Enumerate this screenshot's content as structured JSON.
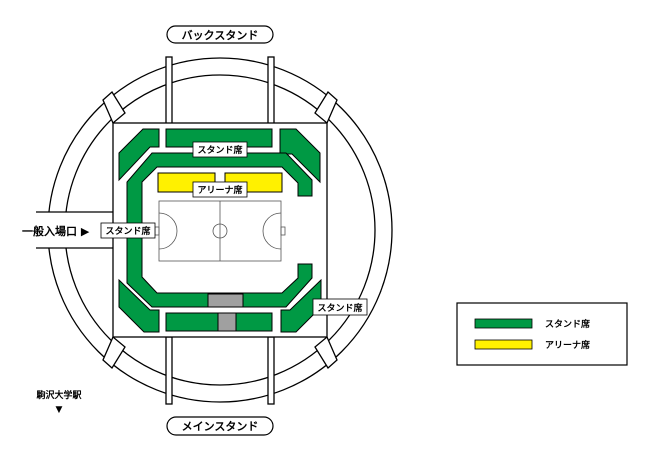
{
  "labels": {
    "back_stand": "バックスタンド",
    "main_stand": "メインスタンド",
    "general_entrance": "一般入場口 ▶",
    "station": "駒沢大学駅",
    "station_arrow": "▼",
    "stand_seat_top": "スタンド席",
    "stand_seat_left": "スタンド席",
    "stand_seat_right": "スタンド席",
    "arena_seat": "アリーナ席"
  },
  "legend": {
    "items": [
      {
        "label": "スタンド席",
        "color": "#009944"
      },
      {
        "label": "アリーナ席",
        "color": "#fff100"
      }
    ]
  },
  "colors": {
    "stand": "#009944",
    "arena": "#fff100",
    "aisle": "#a0a0a0"
  }
}
